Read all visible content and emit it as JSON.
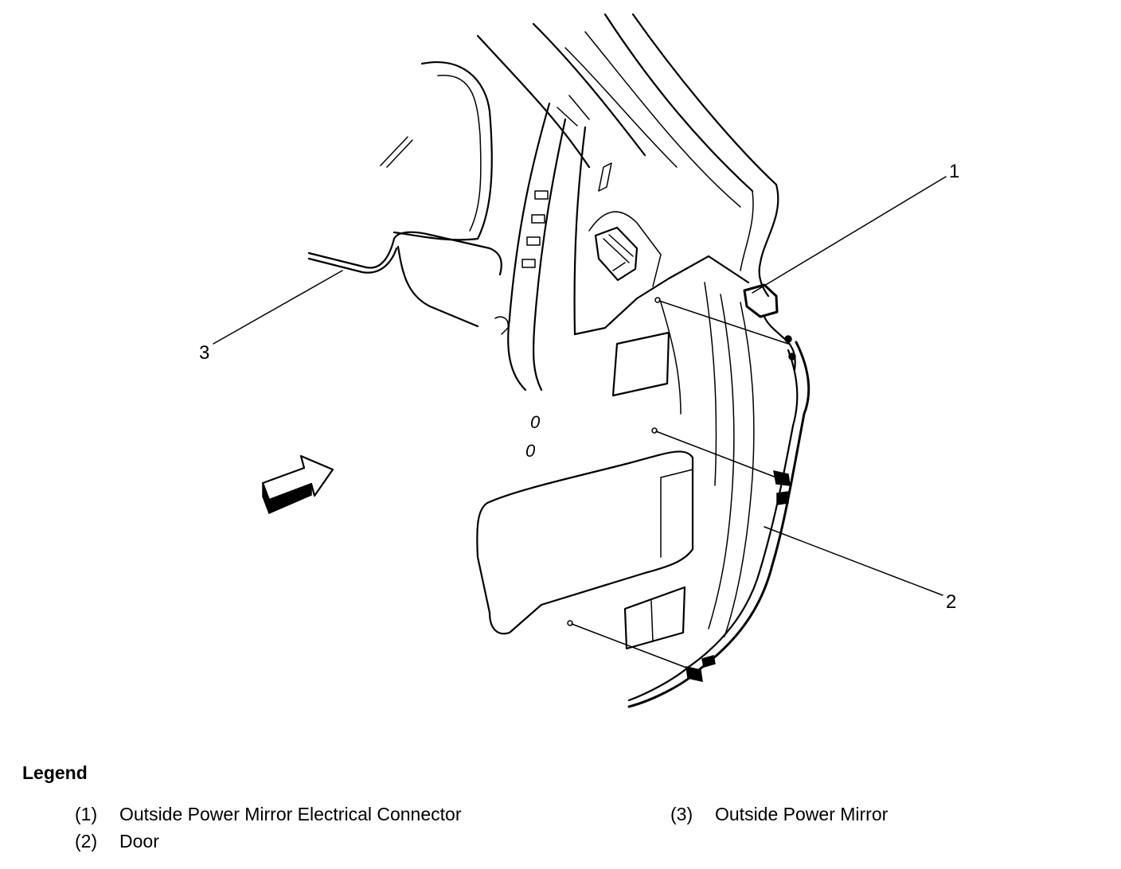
{
  "callouts": [
    {
      "number": "1"
    },
    {
      "number": "2"
    },
    {
      "number": "3"
    }
  ],
  "legend": {
    "title": "Legend",
    "items": [
      {
        "number": "(1)",
        "label": "Outside Power Mirror Electrical Connector"
      },
      {
        "number": "(2)",
        "label": "Door"
      },
      {
        "number": "(3)",
        "label": "Outside Power Mirror"
      }
    ]
  }
}
